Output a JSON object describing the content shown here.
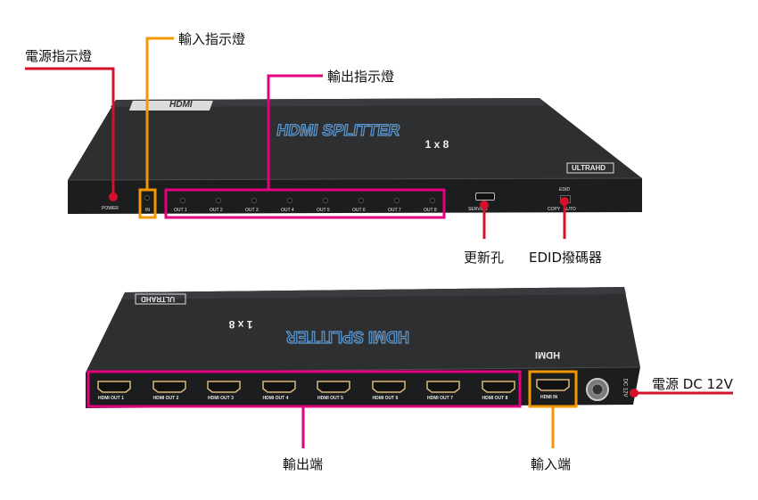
{
  "front_panel": {
    "logo": "HDMI",
    "title_line1": "HDMI SPLITTER",
    "title_line2": "1 x 8",
    "badge": "ULTRAHD",
    "power_label": "POWER",
    "in_label": "IN",
    "out_leds": [
      "OUT 1",
      "OUT 2",
      "OUT 3",
      "OUT 4",
      "OUT 5",
      "OUT 6",
      "OUT 7",
      "OUT 8"
    ],
    "service_label": "SERVICE",
    "edid_label": "EDID",
    "edid_switch_labels": "COPY   AUTO"
  },
  "back_panel": {
    "logo": "HDMI",
    "title_line1": "HDMI SPLITTER",
    "title_line2": "1 x 8",
    "badge": "ULTRAHD",
    "outputs": [
      "HDMI OUT 1",
      "HDMI OUT 2",
      "HDMI OUT 3",
      "HDMI OUT 4",
      "HDMI OUT 5",
      "HDMI OUT 6",
      "HDMI OUT 7",
      "HDMI OUT 8"
    ],
    "input": "HDMI IN",
    "dc_label": "DC 12V"
  },
  "callouts": {
    "power_indicator": "電源指示燈",
    "input_indicator": "輸入指示燈",
    "output_indicator": "輸出指示燈",
    "update_port": "更新孔",
    "edid_switch": "EDID撥碼器",
    "power_dc": "電源 DC 12V",
    "output_ports": "輸出端",
    "input_port": "輸入端"
  },
  "colors": {
    "red": "#d6102a",
    "orange": "#f39800",
    "magenta": "#e4007f",
    "device": "#2a2b2d"
  }
}
